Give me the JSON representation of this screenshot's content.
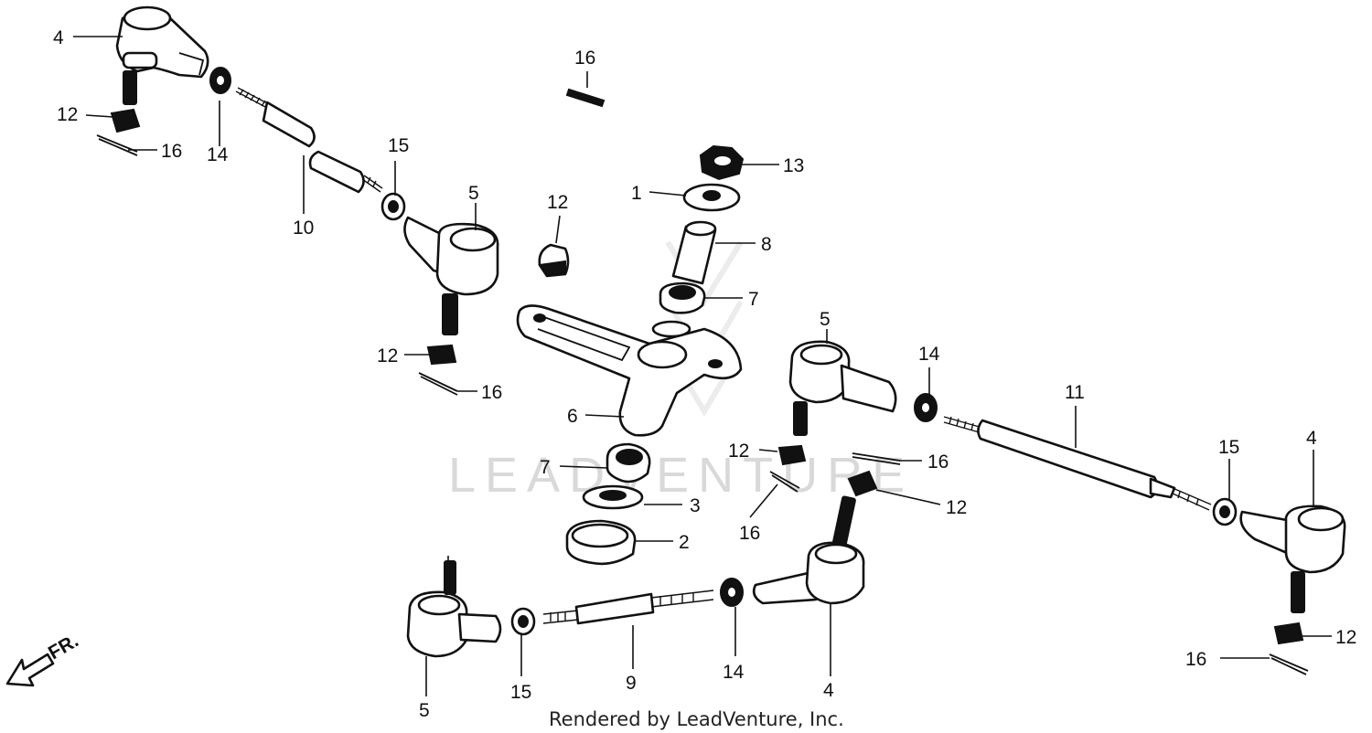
{
  "watermark": "LEADVENTURE",
  "credit": "Rendered by LeadVenture, Inc.",
  "front_indicator": "FR.",
  "callouts": {
    "n1": "1",
    "n2": "2",
    "n3": "3",
    "n4a": "4",
    "n4b": "4",
    "n4c": "4",
    "n5a": "5",
    "n5b": "5",
    "n5c": "5",
    "n6": "6",
    "n7a": "7",
    "n7b": "7",
    "n8": "8",
    "n9": "9",
    "n10": "10",
    "n11": "11",
    "n12a": "12",
    "n12b": "12",
    "n12c": "12",
    "n12d": "12",
    "n12e": "12",
    "n12f": "12",
    "n13": "13",
    "n14a": "14",
    "n14b": "14",
    "n14c": "14",
    "n15a": "15",
    "n15b": "15",
    "n15c": "15",
    "n16a": "16",
    "n16b": "16",
    "n16c": "16",
    "n16d": "16",
    "n16e": "16",
    "n16f": "16"
  }
}
